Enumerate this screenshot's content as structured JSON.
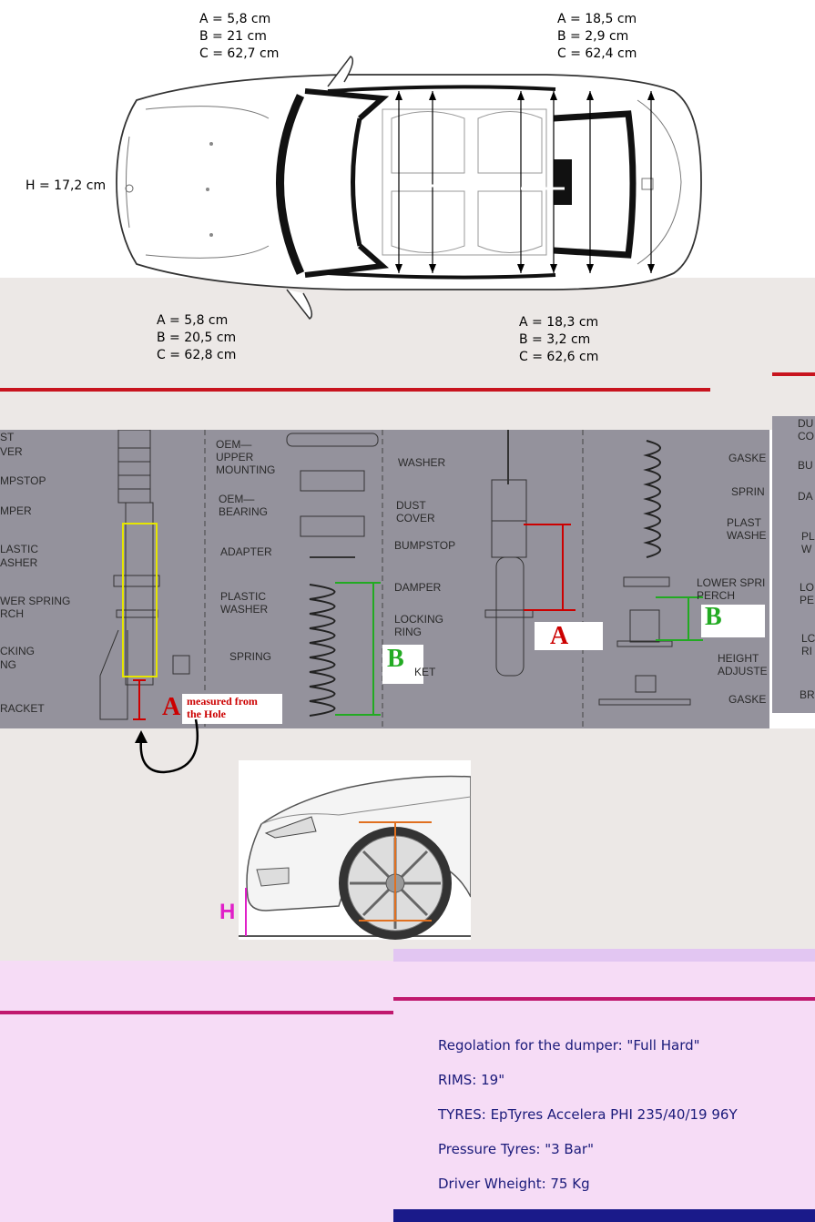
{
  "top_view": {
    "front_left": [
      "A = 5,8 cm",
      "B = 21 cm",
      "C = 62,7 cm"
    ],
    "front_right": [
      "A = 18,5 cm",
      "B = 2,9 cm",
      "C = 62,4 cm"
    ],
    "height": "H = 17,2 cm",
    "rear_left": [
      "A = 5,8 cm",
      "B = 20,5 cm",
      "C = 62,8 cm"
    ],
    "rear_right": [
      "A = 18,3 cm",
      "B = 3,2 cm",
      "C = 62,6 cm"
    ]
  },
  "shock_diagram": {
    "label_a": "A",
    "label_b": "B",
    "measured_note_line1": "measured from",
    "measured_note_line2": "the Hole",
    "manual_labels_left": [
      "ST",
      "VER",
      "MPSTOP",
      "MPER",
      "LASTIC",
      "ASHER",
      "WER SPRING",
      "RCH",
      "CKING",
      "NG",
      "RACKET"
    ],
    "manual_labels_middle": [
      "OEM—",
      "UPPER",
      "MOUNTING",
      "OEM—",
      "BEARING",
      "ADAPTER",
      "PLASTIC",
      "WASHER",
      "SPRING"
    ],
    "manual_labels_right": [
      "WASHER",
      "DUST",
      "COVER",
      "BUMPSTOP",
      "DAMPER",
      "LOCKING",
      "RING",
      "KET"
    ],
    "manual_labels_far_right": [
      "GASKE",
      "SPRIN",
      "PLAST",
      "WASHE",
      "LOWER SPRI",
      "PERCH",
      "HEIGHT",
      "ADJUSTE",
      "GASKE"
    ],
    "manual_labels_edge": [
      "DU",
      "CO",
      "BU",
      "DA",
      "PL",
      "W",
      "LO",
      "PE",
      "LC",
      "RI",
      "BR"
    ]
  },
  "front_view": {
    "label_h": "H"
  },
  "info": {
    "lines": [
      "Regolation for the dumper: \"Full Hard\"",
      "RIMS: 19\"",
      "TYRES: EpTyres Accelera PHI 235/40/19 96Y",
      "Pressure Tyres: \"3 Bar\"",
      "Driver Wheight: 75 Kg"
    ]
  },
  "colors": {
    "red_line": "#c8141e",
    "pink_line": "#c0186e",
    "label_red": "#cc0000",
    "label_green": "#22aa22",
    "label_magenta": "#e020c8",
    "info_text": "#1a1a7a",
    "footer_bar": "#1a1a8a"
  }
}
